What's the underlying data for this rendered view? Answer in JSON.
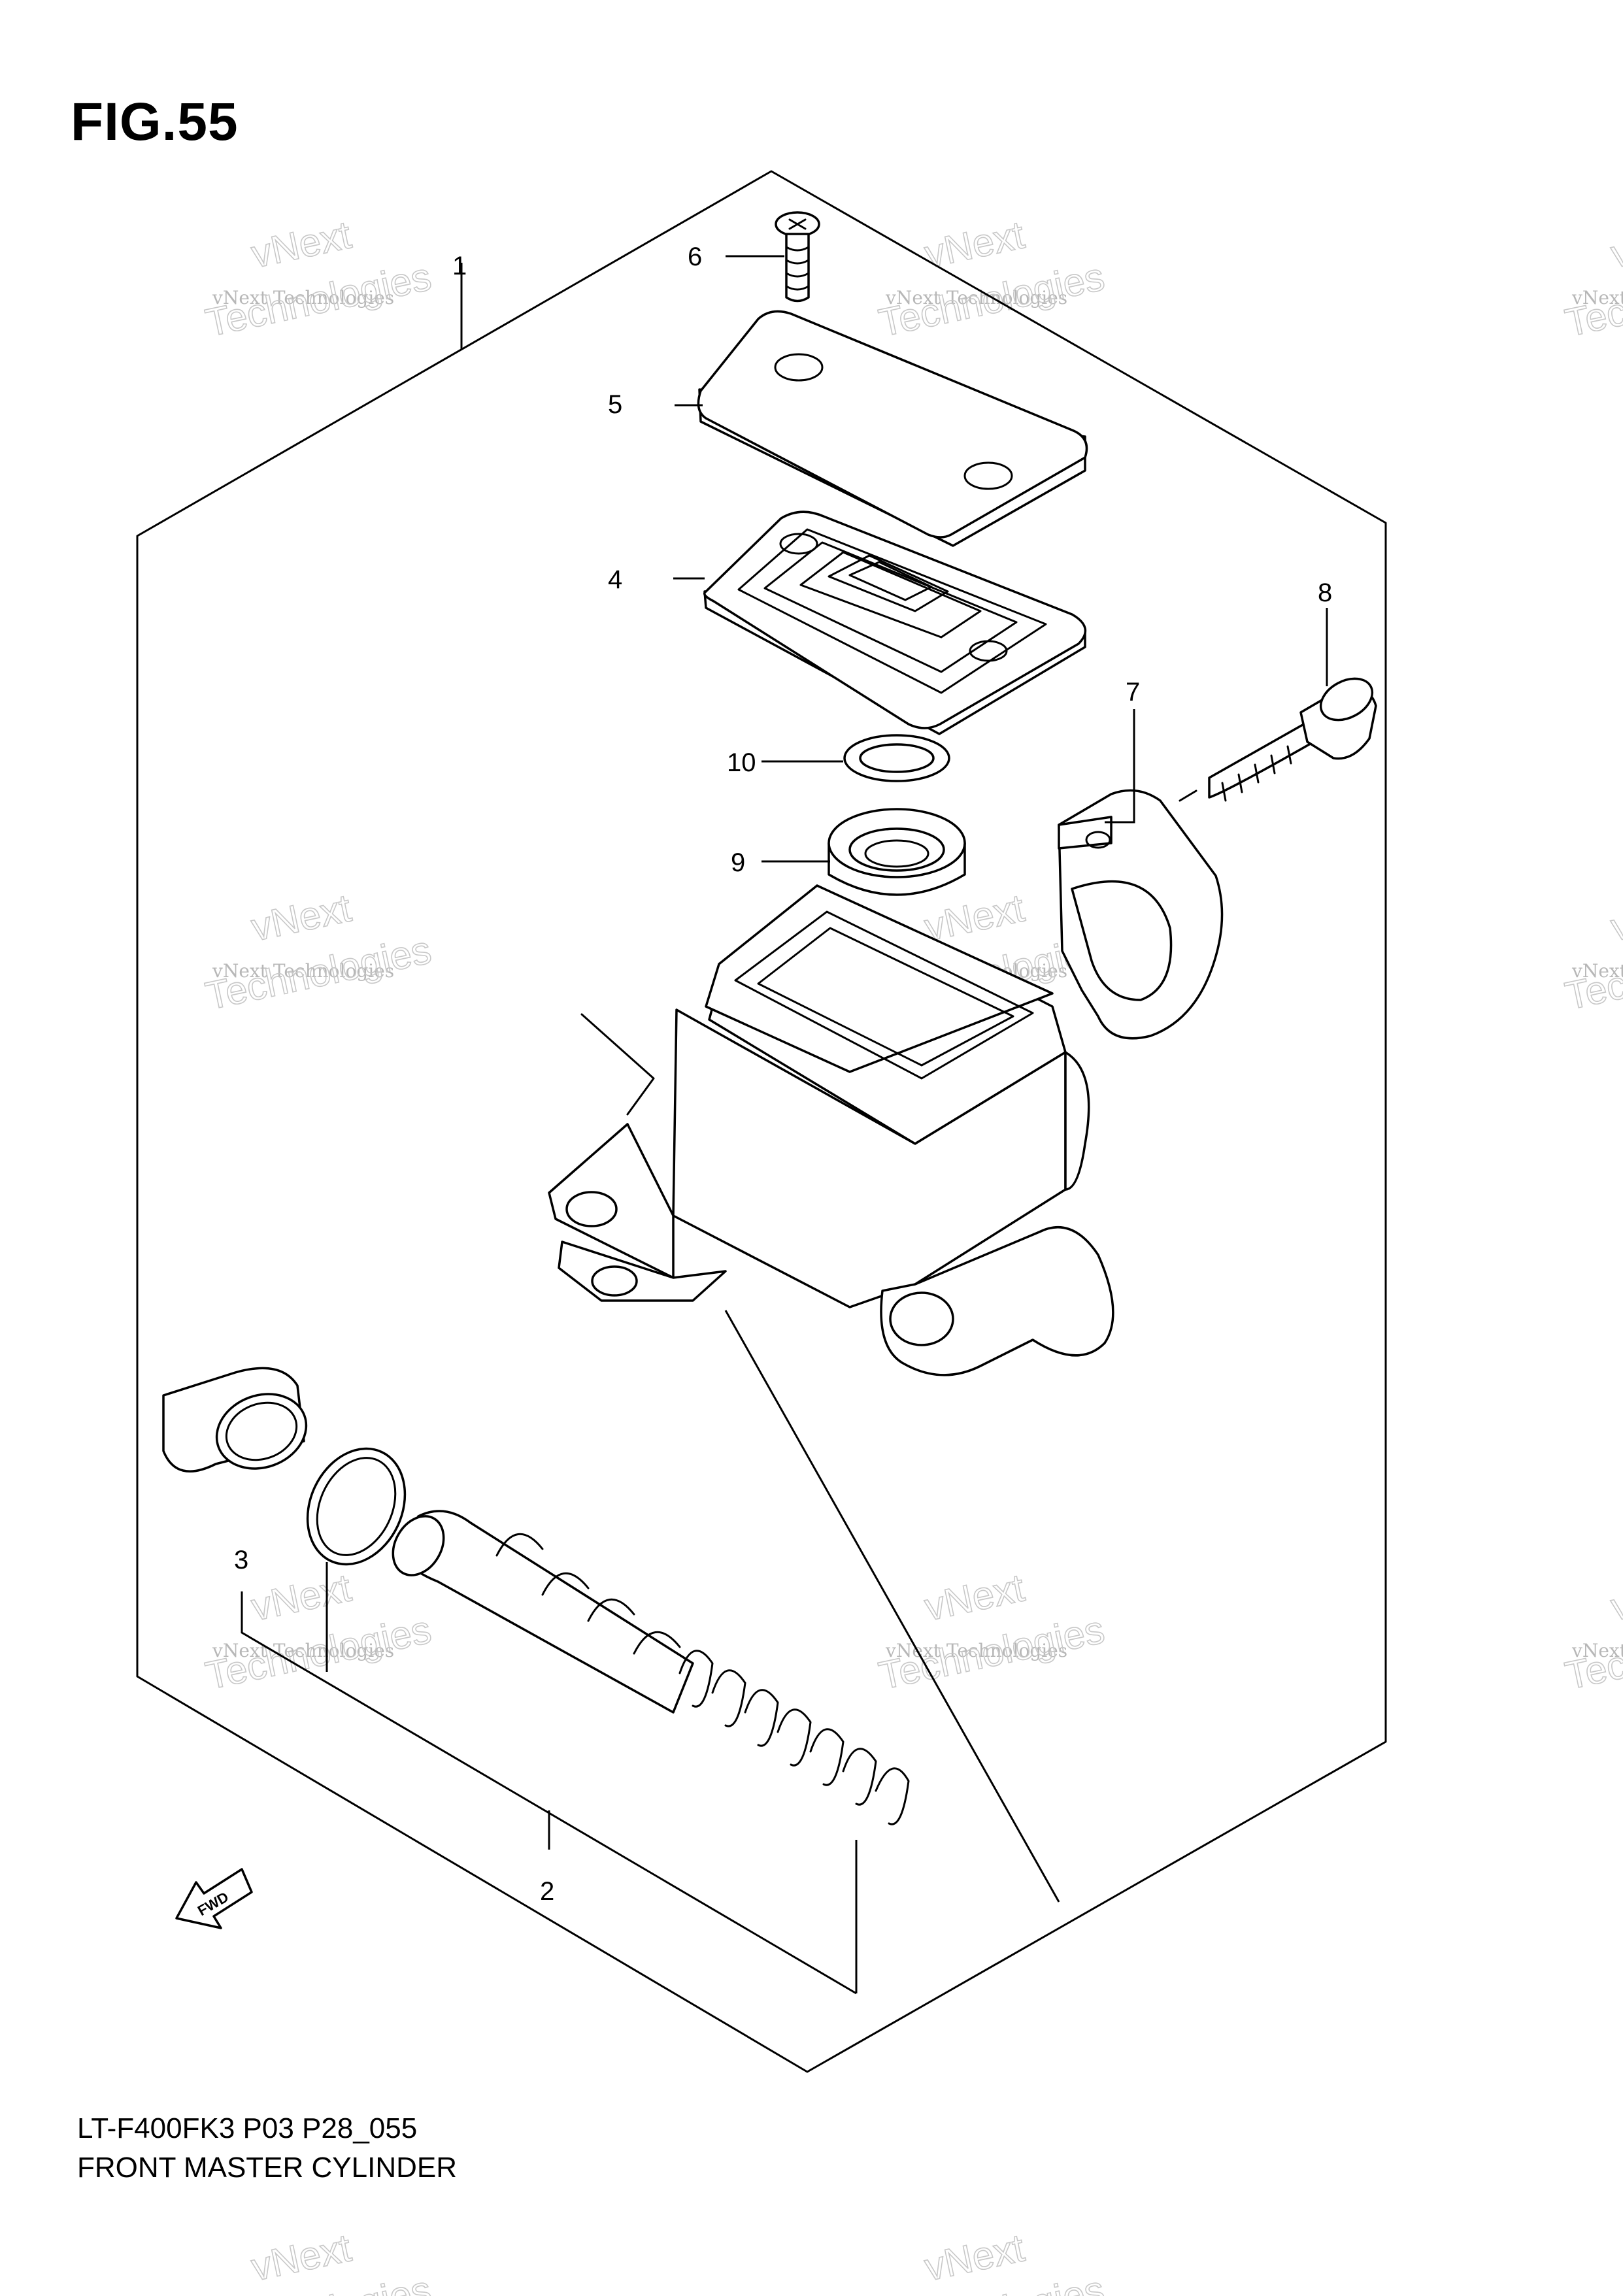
{
  "figure": {
    "title": "FIG.55",
    "model_code": "LT-F400FK3 P03 P28_055",
    "name": "FRONT MASTER CYLINDER"
  },
  "callouts": [
    {
      "id": "1",
      "label": "1"
    },
    {
      "id": "2",
      "label": "2"
    },
    {
      "id": "3",
      "label": "3"
    },
    {
      "id": "4",
      "label": "4"
    },
    {
      "id": "5",
      "label": "5"
    },
    {
      "id": "6",
      "label": "6"
    },
    {
      "id": "7",
      "label": "7"
    },
    {
      "id": "8",
      "label": "8"
    },
    {
      "id": "9",
      "label": "9"
    },
    {
      "id": "10",
      "label": "10"
    }
  ],
  "fwd_arrow": {
    "label": "FWD",
    "icon": "fwd-arrow-icon"
  },
  "watermark": {
    "line1": "vNext",
    "line2": "vNext Technologies",
    "line3": "Technologies"
  },
  "colors": {
    "ink": "#000000",
    "watermark": "#9a9a9a",
    "background": "#ffffff"
  }
}
